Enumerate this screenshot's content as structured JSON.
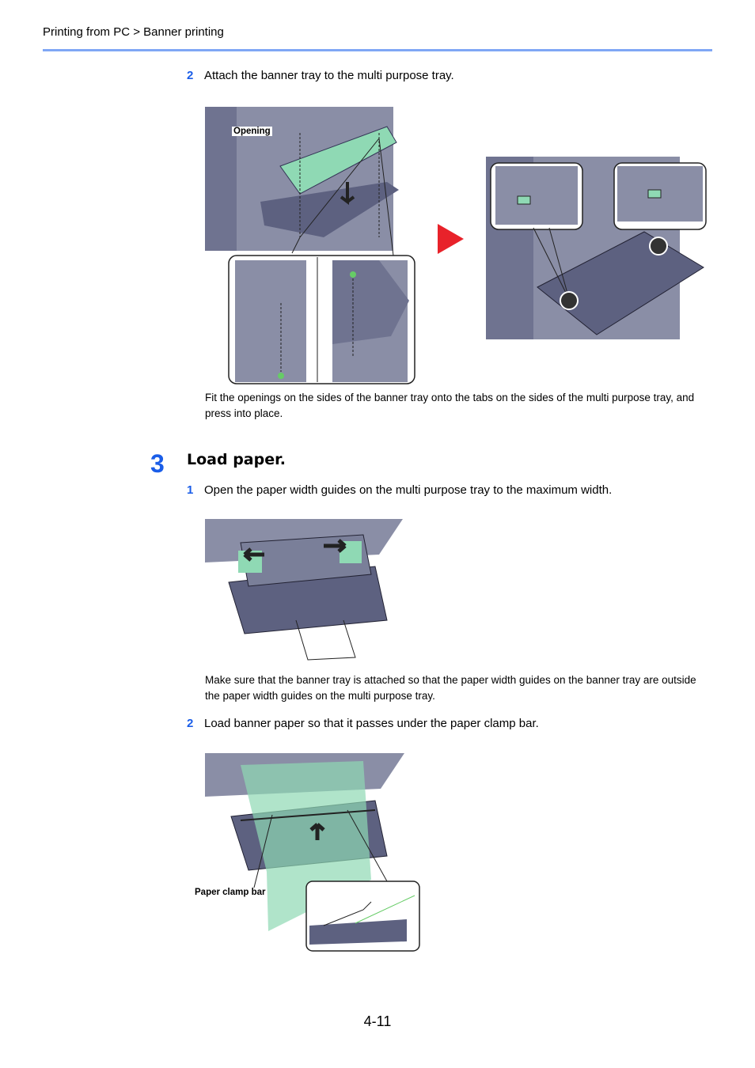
{
  "header": {
    "breadcrumb": "Printing from PC > Banner printing"
  },
  "step2_attach": {
    "number": "2",
    "text": "Attach the banner tray to the multi purpose tray.",
    "figure_label": "Opening",
    "note": "Fit the openings on the sides of the banner tray onto the tabs on the sides of the multi purpose tray, and press into place."
  },
  "step3": {
    "number": "3",
    "title": "Load paper.",
    "substeps": [
      {
        "number": "1",
        "text": "Open the paper width guides on the multi purpose tray to the maximum width.",
        "note": "Make sure that the banner tray is attached so that the paper width guides on the banner tray are outside the paper width guides on the multi purpose tray."
      },
      {
        "number": "2",
        "text": "Load banner paper so that it passes under the paper clamp bar.",
        "figure_label": "Paper clamp bar"
      }
    ]
  },
  "colors": {
    "accent": "#1a5de8",
    "rule": "#7fa7f5",
    "arrow": "#e8222a",
    "machine": "#7a7f99",
    "green": "#7fcfa8"
  },
  "footer": {
    "page_number": "4-11"
  }
}
